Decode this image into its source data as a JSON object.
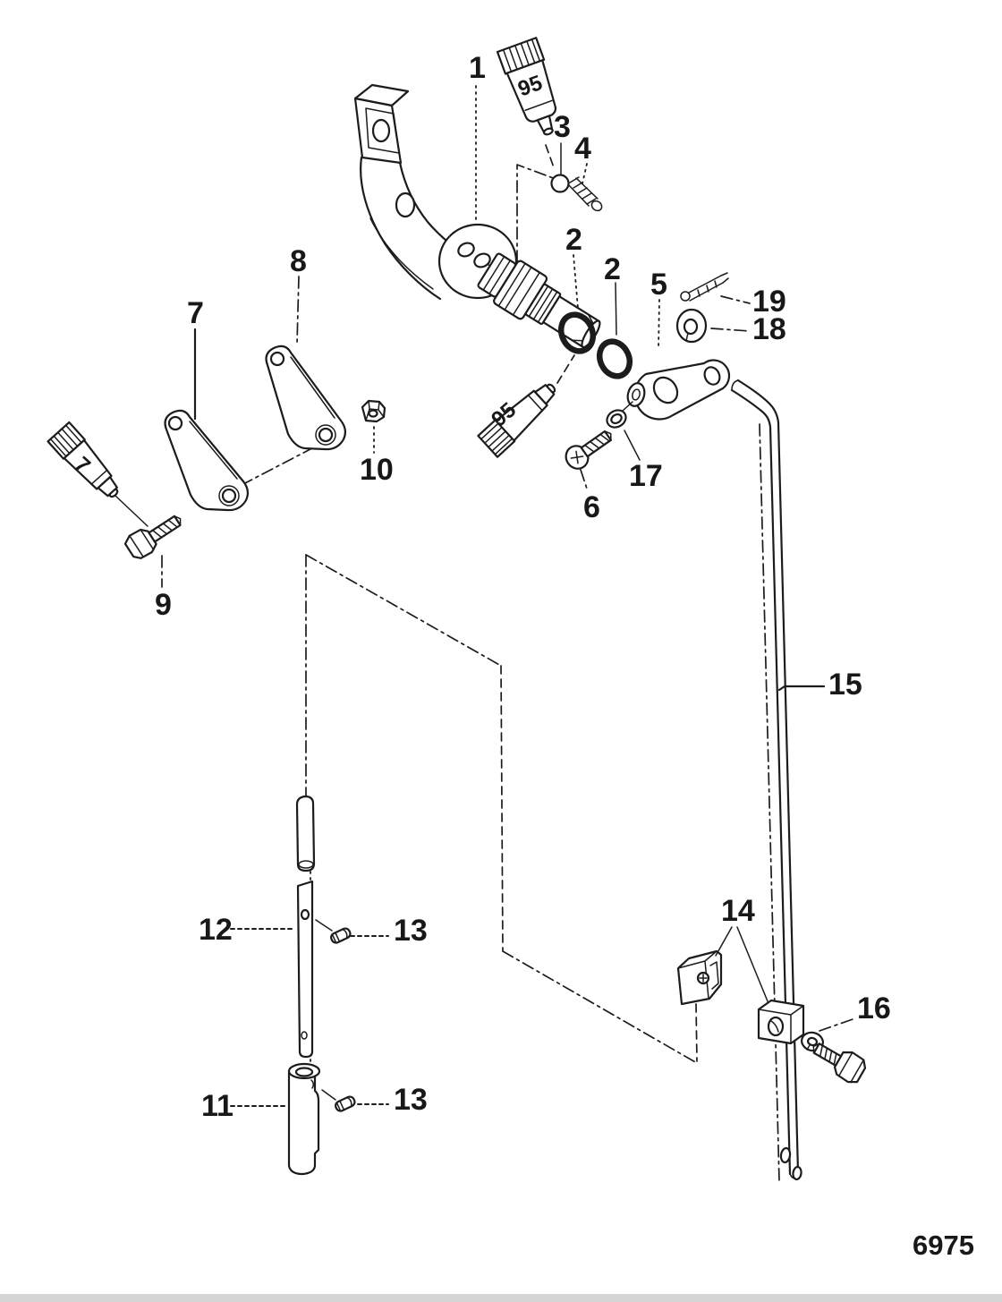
{
  "diagram": {
    "drawing_number": "6975",
    "tube_labels": [
      "95",
      "95",
      "7"
    ],
    "callouts": [
      {
        "label": "1"
      },
      {
        "label": "3"
      },
      {
        "label": "4"
      },
      {
        "label": "2"
      },
      {
        "label": "2"
      },
      {
        "label": "5"
      },
      {
        "label": "19"
      },
      {
        "label": "18"
      },
      {
        "label": "8"
      },
      {
        "label": "7"
      },
      {
        "label": "10"
      },
      {
        "label": "9"
      },
      {
        "label": "6"
      },
      {
        "label": "17"
      },
      {
        "label": "12"
      },
      {
        "label": "13"
      },
      {
        "label": "11"
      },
      {
        "label": "13"
      },
      {
        "label": "14"
      },
      {
        "label": "15"
      },
      {
        "label": "16"
      }
    ]
  }
}
